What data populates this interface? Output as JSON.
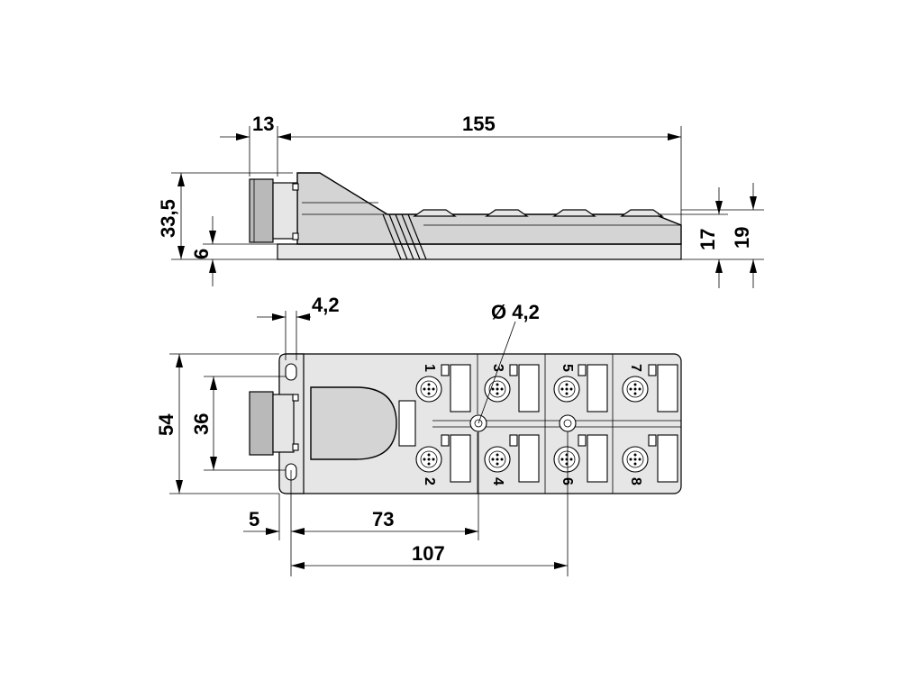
{
  "side_view": {
    "dim_13": "13",
    "dim_155": "155",
    "dim_33_5": "33,5",
    "dim_6": "6",
    "dim_17": "17",
    "dim_19": "19"
  },
  "top_view": {
    "dim_4_2": "4,2",
    "dim_diameter_4_2": "Ø 4,2",
    "dim_54": "54",
    "dim_36": "36",
    "dim_5": "5",
    "dim_73": "73",
    "dim_107": "107",
    "ports": [
      "1",
      "2",
      "3",
      "4",
      "5",
      "6",
      "7",
      "8"
    ]
  }
}
